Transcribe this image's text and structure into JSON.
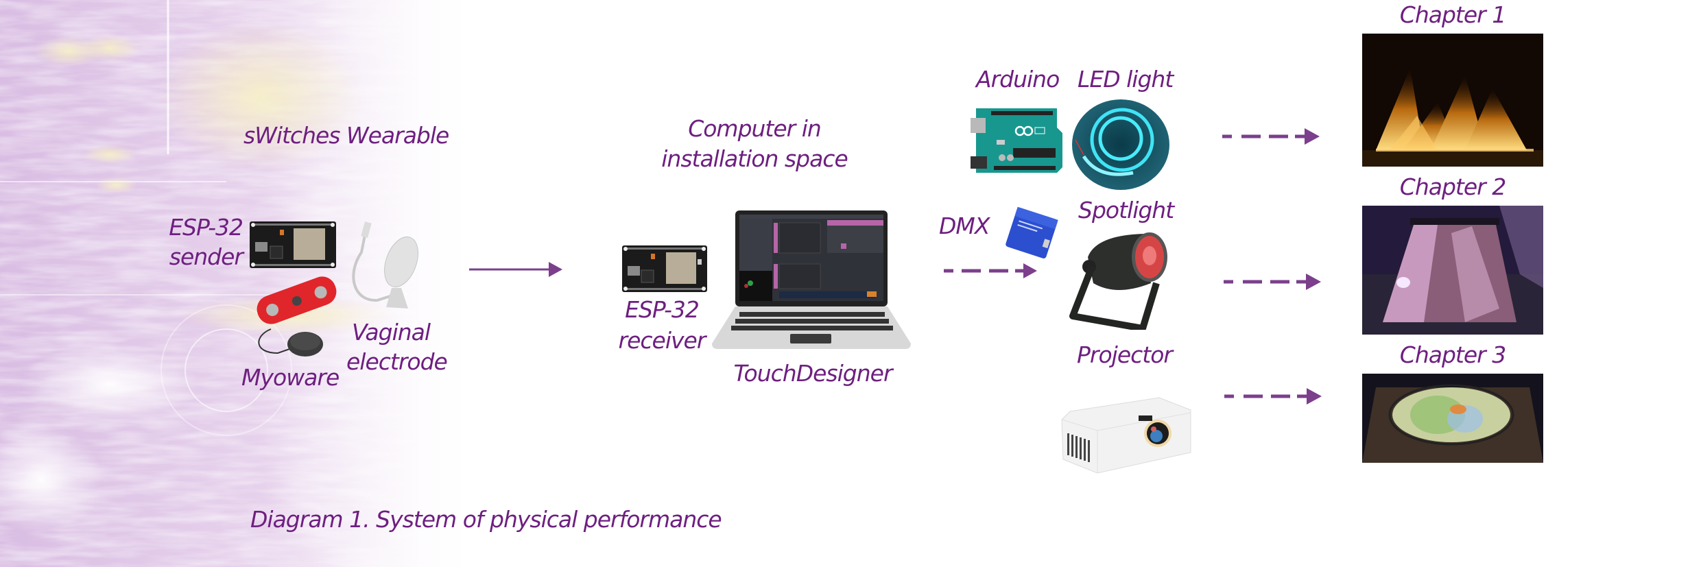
{
  "diagram": {
    "caption": "Diagram 1.  System of physical performance",
    "wearable": {
      "title": "sWitches Wearable",
      "esp_sender_line1": "ESP-32",
      "esp_sender_line2": "sender",
      "myoware": "Myoware",
      "vaginal_line1": "Vaginal",
      "vaginal_line2": "electrode"
    },
    "computer": {
      "title_line1": "Computer in",
      "title_line2": "installation space",
      "esp_receiver_line1": "ESP-32",
      "esp_receiver_line2": "receiver",
      "software": "TouchDesigner"
    },
    "outputs": {
      "arduino": "Arduino",
      "led": "LED light",
      "dmx": "DMX",
      "spotlight": "Spotlight",
      "projector": "Projector"
    },
    "chapters": [
      {
        "label": "Chapter 1"
      },
      {
        "label": "Chapter 2"
      },
      {
        "label": "Chapter 3"
      }
    ],
    "edges": [
      {
        "from": "sWitches Wearable",
        "to": "Computer in installation space",
        "style": "solid"
      },
      {
        "from": "Computer",
        "to": "DMX / Spotlight",
        "style": "dashed"
      },
      {
        "from": "Arduino + LED light",
        "to": "Chapter 1",
        "style": "dashed"
      },
      {
        "from": "Spotlight",
        "to": "Chapter 2",
        "style": "dashed"
      },
      {
        "from": "Projector",
        "to": "Chapter 3",
        "style": "dashed"
      }
    ],
    "colors": {
      "text": "#6e1f80",
      "arrow": "#7b3f8c",
      "background_tint": "#d9bde3",
      "background_warm": "#f3ecc4"
    }
  }
}
